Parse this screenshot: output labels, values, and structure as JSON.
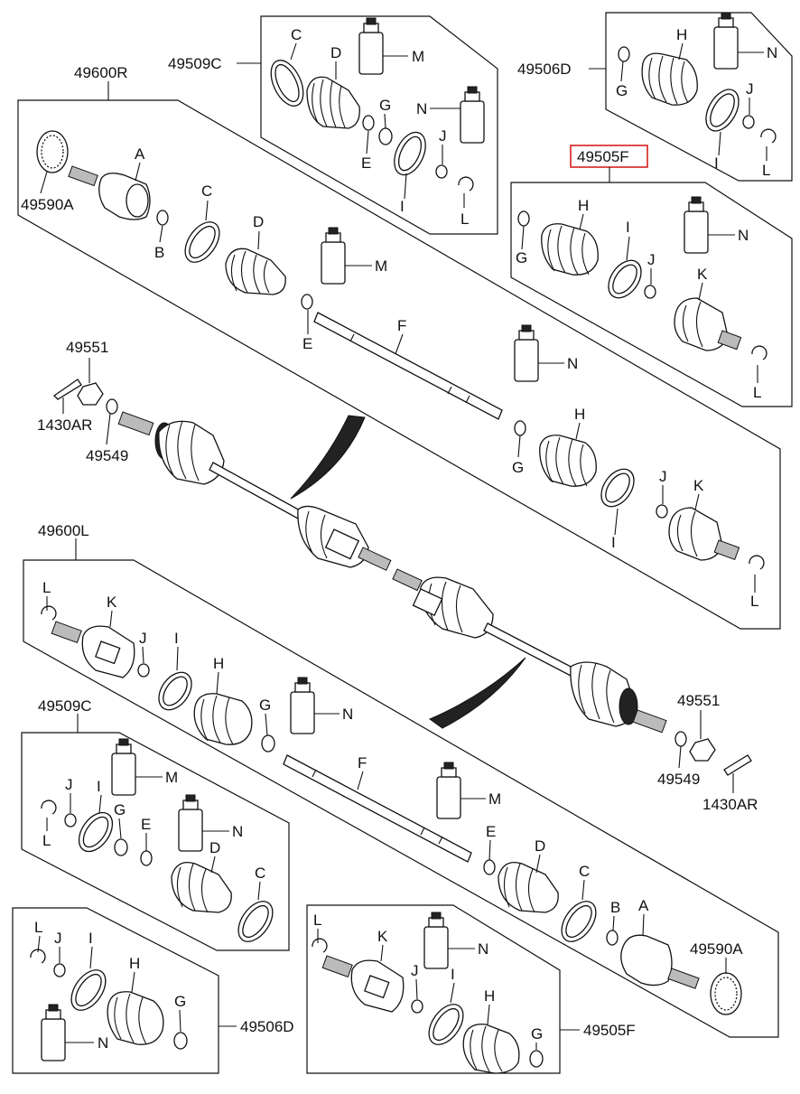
{
  "labels": {
    "kit_49509C_top": "49509C",
    "kit_49506D_top": "49506D",
    "kit_49505F_top": "49505F",
    "shaft_49600R": "49600R",
    "shaft_49600L": "49600L",
    "kit_49509C_bottom": "49509C",
    "kit_49506D_bottom": "49506D",
    "kit_49505F_bottom": "49505F",
    "ring_49590A_top": "49590A",
    "ring_49590A_bottom": "49590A",
    "nut_49551_top": "49551",
    "nut_49551_bottom": "49551",
    "washer_49549_top": "49549",
    "washer_49549_bottom": "49549",
    "pin_1430AR_top": "1430AR",
    "pin_1430AR_bottom": "1430AR",
    "A": "A",
    "B": "B",
    "C": "C",
    "D": "D",
    "E": "E",
    "F": "F",
    "G": "G",
    "H": "H",
    "I": "I",
    "J": "J",
    "K": "K",
    "L": "L",
    "M": "M",
    "N": "N"
  },
  "highlight": {
    "label": "49505F",
    "color": "#d62020"
  }
}
